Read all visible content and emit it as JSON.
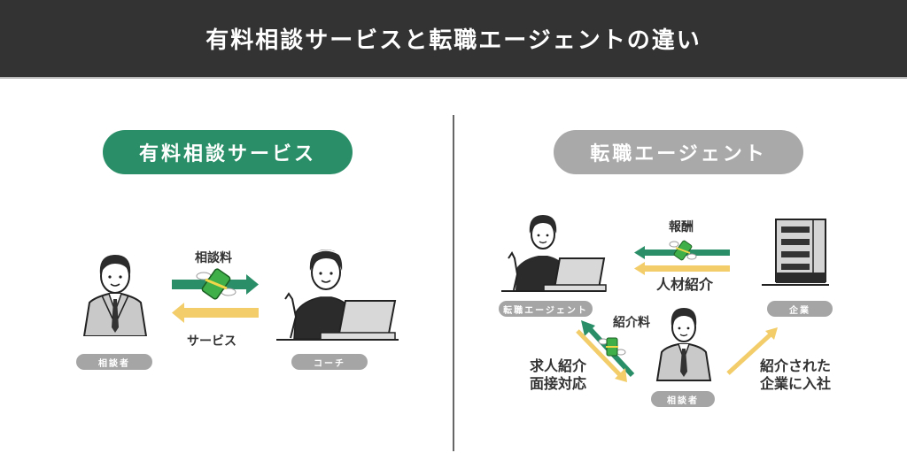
{
  "header": {
    "title": "有料相談サービスと転職エージェントの違い"
  },
  "colors": {
    "green": "#2a8f68",
    "yellow": "#f2cd6a",
    "dark": "#333333",
    "gray": "#a9a9a9"
  },
  "left_panel": {
    "title": "有料相談サービス",
    "consultee_label": "相談者",
    "coach_label": "コーチ",
    "fee_label": "相談料",
    "service_label": "サービス"
  },
  "right_panel": {
    "title": "転職エージェント",
    "agent_label": "転職エージェント",
    "company_label": "企業",
    "consultee_label": "相談者",
    "reward_label": "報酬",
    "talent_intro_label": "人材紹介",
    "referral_fee_label": "紹介料",
    "job_intro_label_line1": "求人紹介",
    "job_intro_label_line2": "面接対応",
    "join_label_line1": "紹介された",
    "join_label_line2": "企業に入社"
  },
  "icons": [
    "consultee-person-icon",
    "coach-person-icon",
    "agent-person-icon",
    "company-building-icon",
    "flying-money-icon",
    "arrow-icon"
  ]
}
